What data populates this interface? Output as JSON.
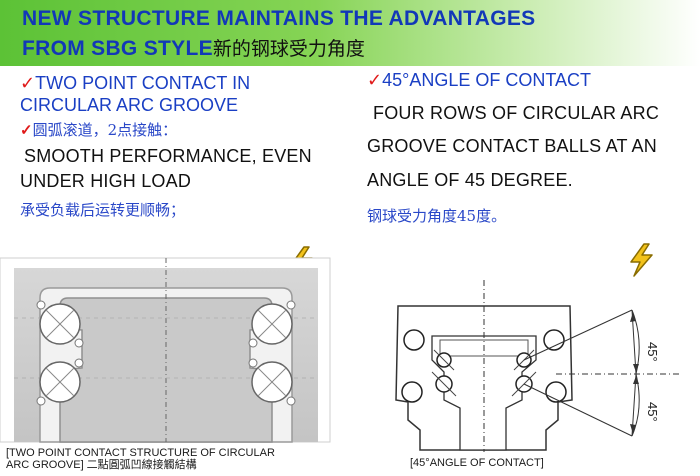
{
  "header": {
    "line1": "NEW STRUCTURE MAINTAINS THE ADVANTAGES",
    "line2": "FROM SBG STYLE",
    "line2_cn": "新的钢球受力角度"
  },
  "left": {
    "check": "✓",
    "title1": "TWO POINT CONTACT IN",
    "title2": "CIRCULAR ARC GROOVE",
    "title_cn": "圆弧滚道，2点接触：",
    "desc1": "SMOOTH PERFORMANCE, EVEN",
    "desc2": "UNDER HIGH LOAD",
    "desc_cn": "承受负载后运转更顺畅；",
    "caption1": "[TWO POINT CONTACT STRUCTURE OF CIRCULAR",
    "caption2": "ARC GROOVE]  二點圓弧凹線接觸結構"
  },
  "right": {
    "check": "✓",
    "title": "45°ANGLE OF CONTACT",
    "desc1": "FOUR ROWS OF CIRCULAR ARC",
    "desc2": "GROOVE CONTACT BALLS AT AN",
    "desc3": "ANGLE OF 45 DEGREE.",
    "desc_cn": "钢球受力角度45度。",
    "angle_top": "45°",
    "angle_bottom": "45°",
    "caption": "[45°ANGLE OF CONTACT]"
  },
  "colors": {
    "banner_green": "#5cc236",
    "header_text": "#1238b8",
    "accent_blue": "#1a3fc4",
    "check_red": "#e01a1a",
    "lightning": "#f2c21b"
  },
  "icons": [
    "lightning-icon",
    "lightning-icon"
  ]
}
